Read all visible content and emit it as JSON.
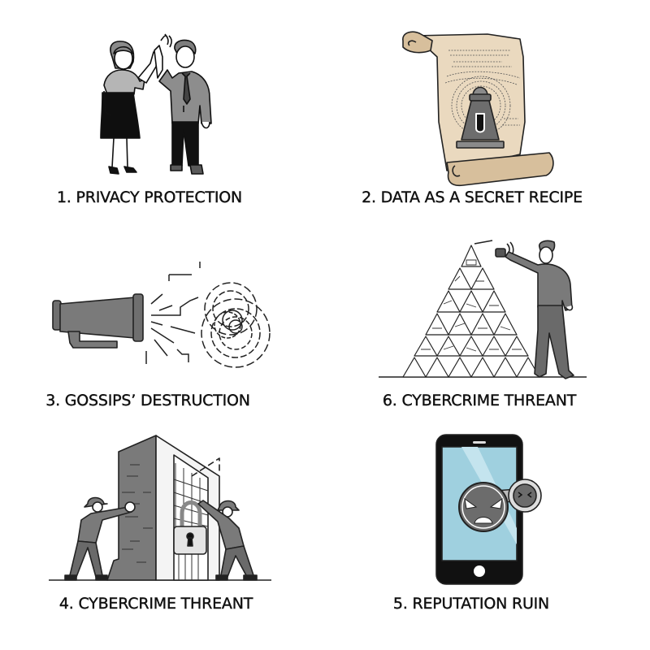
{
  "panels": [
    {
      "id": 1,
      "caption": "1. PRIVACY PROTECTION",
      "illustration": "two-people-high-five"
    },
    {
      "id": 2,
      "caption": "2. DATA AS A SECRET RECIPE",
      "illustration": "parchment-scroll-with-locked-recipe"
    },
    {
      "id": 3,
      "caption": "3. GOSSIPS’ DESTRUCTION",
      "illustration": "megaphone-emitting-sound-waves"
    },
    {
      "id": 6,
      "caption": "6. CYBERCRIME THREANT",
      "illustration": "man-with-device-beside-pyramid-of-triangles"
    },
    {
      "id": 4,
      "caption": "4. CYBERCRIME THREANT",
      "illustration": "two-figures-breaking-into-locked-building"
    },
    {
      "id": 5,
      "caption": "5. REPUTATION RUIN",
      "illustration": "smartphone-with-angry-face-emojis"
    }
  ],
  "colors": {
    "background": "#ffffff",
    "ink": "#111111",
    "gray_fill": "#7a7a7a",
    "light_gray": "#b9b9b9",
    "parchment": "#ead9bf",
    "parchment_shadow": "#d7bf9c",
    "phone_screen": "#9fd0df"
  }
}
